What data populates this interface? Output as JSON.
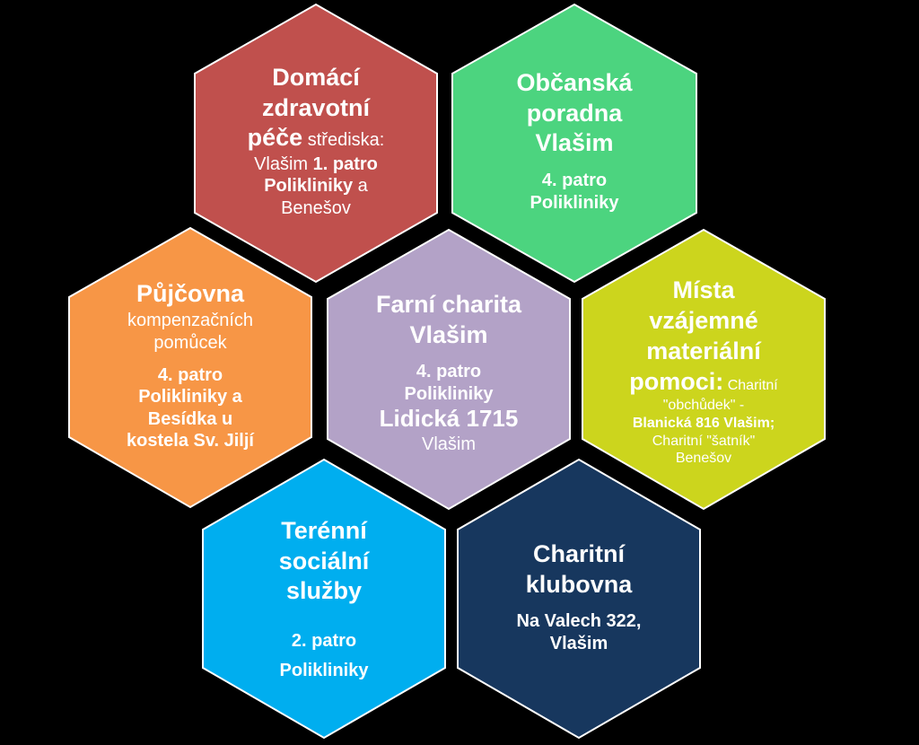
{
  "hexes": {
    "domaci": {
      "color": "#C0504D",
      "title": [
        "Domácí",
        "zdravotní"
      ],
      "title3": "péče",
      "title3_suffix": " střediska:",
      "line4_a": "Vlašim ",
      "line4_b": "1. patro",
      "line5_a": "Polikliniky",
      "line5_b": " a",
      "line6": "Benešov"
    },
    "obcanska": {
      "color": "#4CD47F",
      "title": [
        "Občanská",
        "poradna",
        "Vlašim"
      ],
      "address": [
        "4. patro",
        "Polikliniky"
      ]
    },
    "pujcovna": {
      "color": "#F79646",
      "title": "Půjčovna",
      "subtitle": [
        "kompenzačních",
        "pomůcek"
      ],
      "address": [
        "4. patro",
        "Polikliniky  a",
        "Besídka u",
        "kostela Sv. Jiljí"
      ]
    },
    "farni": {
      "color": "#B3A2C7",
      "title": [
        "Farní charita",
        "Vlašim"
      ],
      "address": [
        "4. patro",
        "Polikliniky"
      ],
      "street": "Lidická 1715",
      "city": "Vlašim"
    },
    "mista": {
      "color": "#CCD51D",
      "title": [
        "Místa",
        "vzájemné",
        "materiální"
      ],
      "title4": "pomoci:",
      "title4_suffix": " Charitní",
      "line5": "\"obchůdek\" -",
      "line6": "Blanická 816 Vlašim;",
      "line7": "Charitní \"šatník\"",
      "line8": "Benešov"
    },
    "terenni": {
      "color": "#00AEEF",
      "title": [
        "Terénní",
        "sociální",
        "služby"
      ],
      "address": [
        "2. patro",
        "Polikliniky"
      ]
    },
    "klubovna": {
      "color": "#17375E",
      "title": [
        "Charitní",
        "klubovna"
      ],
      "address": [
        "Na Valech 322,",
        "Vlašim"
      ]
    }
  }
}
